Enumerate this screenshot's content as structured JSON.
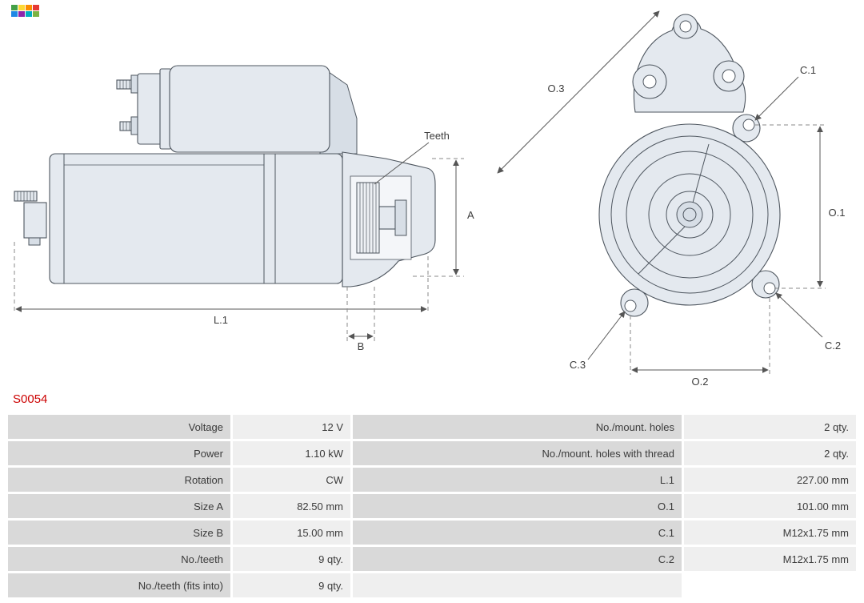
{
  "part_number": "S0054",
  "logo": {
    "name": "as-pl-logo",
    "colors": [
      "#43a047",
      "#fdd835",
      "#fb8c00",
      "#e53935",
      "#1e88e5",
      "#8e24aa",
      "#00acc1",
      "#7cb342"
    ]
  },
  "labels": {
    "teeth": "Teeth",
    "size_a": "A",
    "l1": "L.1",
    "size_b": "B",
    "o3": "O.3",
    "c1": "C.1",
    "o1": "O.1",
    "c2": "C.2",
    "c3": "C.3",
    "o2": "O.2"
  },
  "colors": {
    "part_number_red": "#cc0000",
    "label_cell": "#d9d9d9",
    "value_cell": "#efefef",
    "drawing_fill": "#e4e9ef",
    "drawing_line": "#4e565f"
  },
  "table": {
    "left": [
      {
        "label": "Voltage",
        "value": "12 V"
      },
      {
        "label": "Power",
        "value": "1.10 kW"
      },
      {
        "label": "Rotation",
        "value": "CW"
      },
      {
        "label": "Size A",
        "value": "82.50 mm"
      },
      {
        "label": "Size B",
        "value": "15.00 mm"
      },
      {
        "label": "No./teeth",
        "value": "9 qty."
      },
      {
        "label": "No./teeth (fits into)",
        "value": "9 qty."
      }
    ],
    "right": [
      {
        "label": "No./mount. holes",
        "value": "2 qty."
      },
      {
        "label": "No./mount. holes with thread",
        "value": "2 qty."
      },
      {
        "label": "L.1",
        "value": "227.00 mm"
      },
      {
        "label": "O.1",
        "value": "101.00 mm"
      },
      {
        "label": "C.1",
        "value": "M12x1.75 mm"
      },
      {
        "label": "C.2",
        "value": "M12x1.75 mm"
      },
      {
        "label": "",
        "value": ""
      }
    ]
  }
}
